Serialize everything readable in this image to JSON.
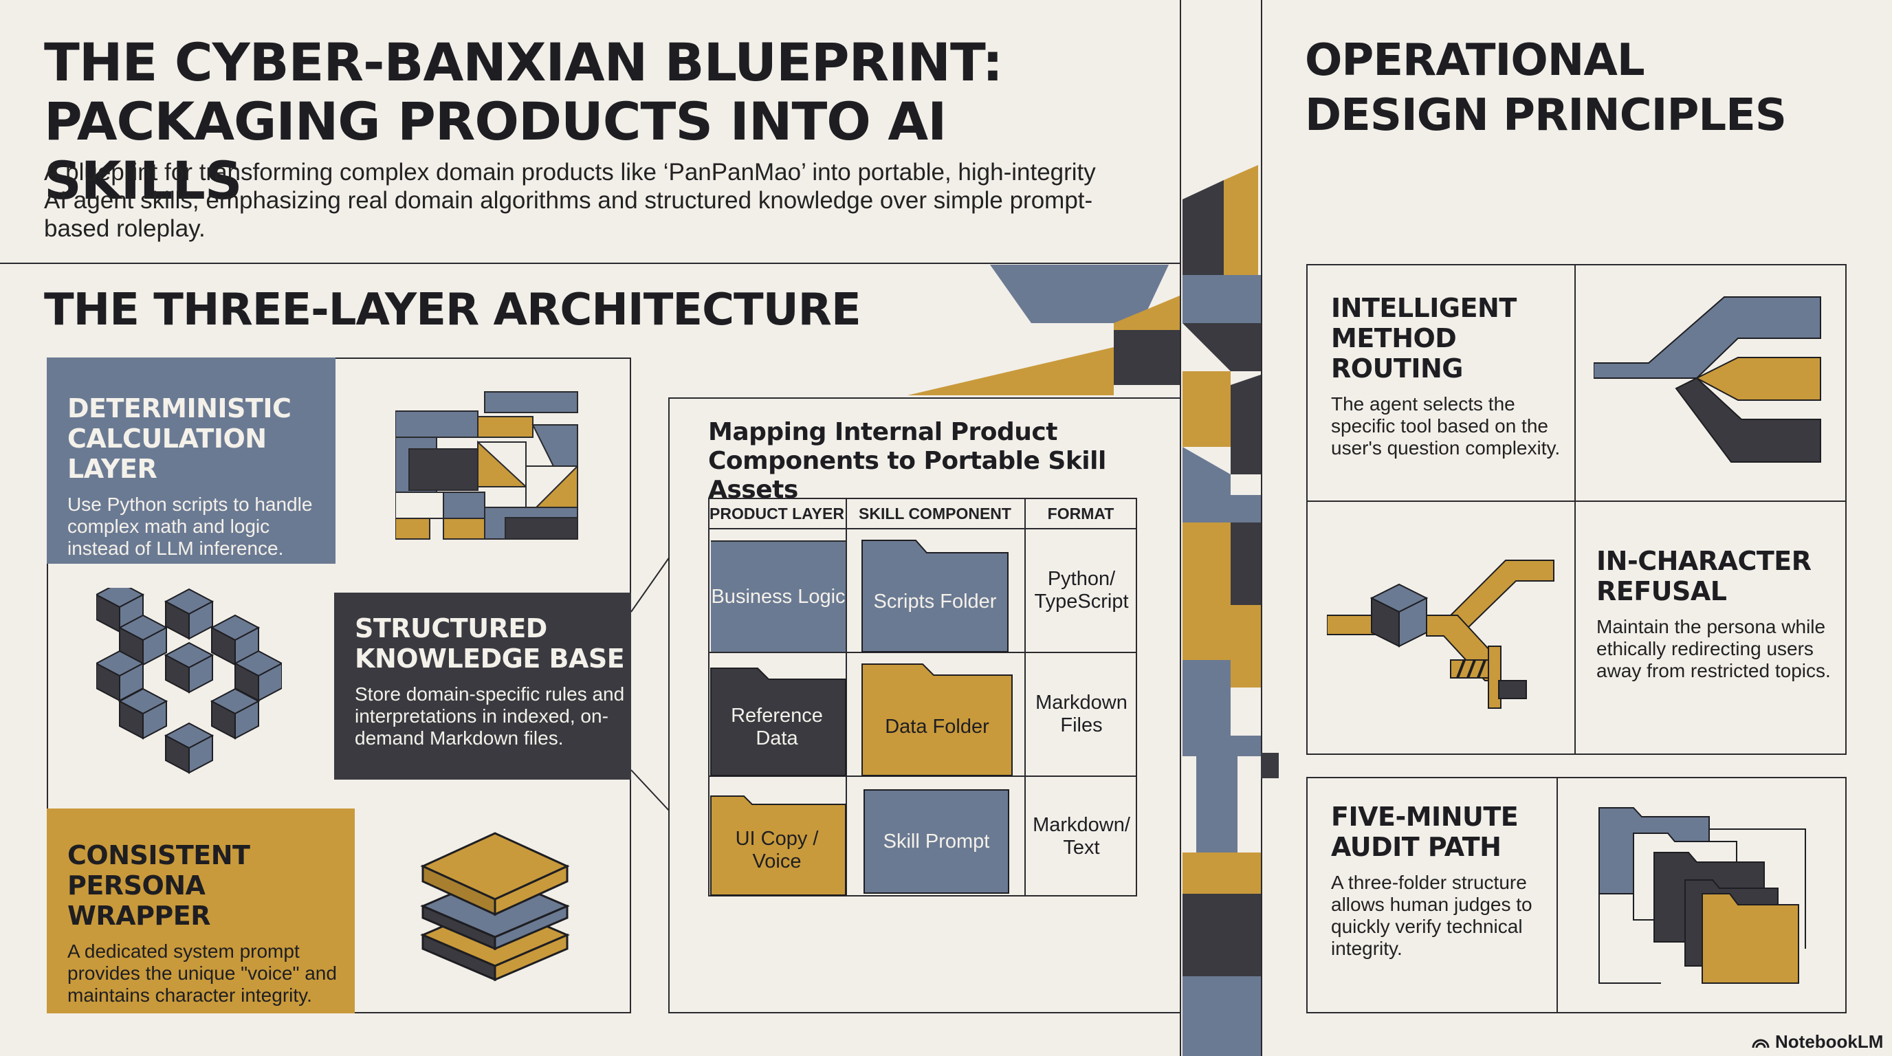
{
  "header": {
    "title_line1": "THE CYBER-BANXIAN BLUEPRINT:",
    "title_line2": "PACKAGING PRODUCTS INTO AI SKILLS",
    "subtitle": "A blueprint for transforming complex domain products like ‘PanPanMao’ into portable, high-integrity AI agent skills, emphasizing real domain algorithms and structured knowledge over simple prompt-based roleplay."
  },
  "architecture": {
    "title": "THE THREE-LAYER ARCHITECTURE",
    "layers": [
      {
        "title": "DETERMINISTIC CALCULATION LAYER",
        "desc": "Use Python scripts to handle complex math and logic instead of LLM inference."
      },
      {
        "title": "STRUCTURED KNOWLEDGE BASE",
        "desc": "Store domain-specific rules and interpretations in indexed, on-demand Markdown files."
      },
      {
        "title": "CONSISTENT PERSONA WRAPPER",
        "desc": "A dedicated system prompt provides the unique \"voice\" and maintains character integrity."
      }
    ]
  },
  "mapping": {
    "title": "Mapping Internal Product Components to Portable Skill Assets",
    "headers": [
      "PRODUCT LAYER",
      "SKILL COMPONENT",
      "FORMAT"
    ],
    "rows": [
      {
        "product": "Business Logic",
        "skill": "Scripts Folder",
        "format": "Python/ TypeScript"
      },
      {
        "product": "Reference Data",
        "skill": "Data Folder",
        "format": "Markdown Files"
      },
      {
        "product": "UI Copy / Voice",
        "skill": "Skill Prompt",
        "format": "Markdown/ Text"
      }
    ]
  },
  "principles": {
    "title_line1": "OPERATIONAL",
    "title_line2": "DESIGN PRINCIPLES",
    "items": [
      {
        "title": "INTELLIGENT METHOD ROUTING",
        "desc": "The agent selects the specific tool based on the user's question complexity."
      },
      {
        "title": "IN-CHARACTER REFUSAL",
        "desc": "Maintain the persona while ethically redirecting users away from restricted topics."
      },
      {
        "title": "FIVE-MINUTE AUDIT PATH",
        "desc": "A three-folder structure allows human judges to quickly verify technical integrity."
      }
    ]
  },
  "footer": {
    "brand": "NotebookLM",
    "icon": "notebooklm-logo-icon"
  },
  "colors": {
    "background": "#f2efe9",
    "slate": "#6b7a93",
    "gold": "#c99a3b",
    "dark": "#3a3a40"
  }
}
